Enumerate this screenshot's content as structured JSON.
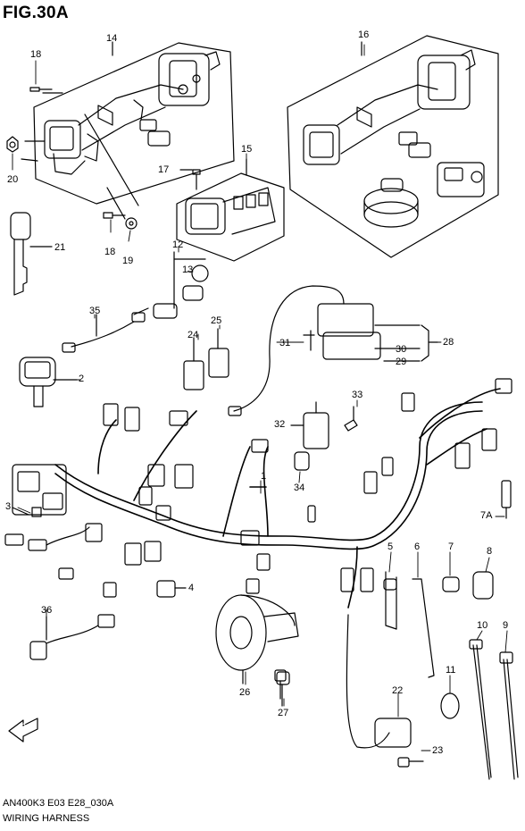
{
  "figure": {
    "title": "FIG.30A",
    "code": "AN400K3 E03 E28_030A",
    "name": "WIRING HARNESS",
    "fwd_label": "FWD"
  },
  "callouts": [
    {
      "id": "c14",
      "label": "14"
    },
    {
      "id": "c16",
      "label": "16"
    },
    {
      "id": "c18a",
      "label": "18"
    },
    {
      "id": "c20",
      "label": "20"
    },
    {
      "id": "c15",
      "label": "15"
    },
    {
      "id": "c17",
      "label": "17"
    },
    {
      "id": "c18b",
      "label": "18"
    },
    {
      "id": "c19",
      "label": "19"
    },
    {
      "id": "c21",
      "label": "21"
    },
    {
      "id": "c12",
      "label": "12"
    },
    {
      "id": "c13",
      "label": "13"
    },
    {
      "id": "c35",
      "label": "35"
    },
    {
      "id": "c25",
      "label": "25"
    },
    {
      "id": "c24",
      "label": "24"
    },
    {
      "id": "c31",
      "label": "31"
    },
    {
      "id": "c28",
      "label": "28"
    },
    {
      "id": "c30",
      "label": "30"
    },
    {
      "id": "c29",
      "label": "29"
    },
    {
      "id": "c2",
      "label": "2"
    },
    {
      "id": "c33",
      "label": "33"
    },
    {
      "id": "c32",
      "label": "32"
    },
    {
      "id": "c1",
      "label": "1"
    },
    {
      "id": "c34",
      "label": "34"
    },
    {
      "id": "c3",
      "label": "3"
    },
    {
      "id": "c7A",
      "label": "7A"
    },
    {
      "id": "c5",
      "label": "5"
    },
    {
      "id": "c6",
      "label": "6"
    },
    {
      "id": "c7",
      "label": "7"
    },
    {
      "id": "c8",
      "label": "8"
    },
    {
      "id": "c4",
      "label": "4"
    },
    {
      "id": "c36",
      "label": "36"
    },
    {
      "id": "c10",
      "label": "10"
    },
    {
      "id": "c9",
      "label": "9"
    },
    {
      "id": "c26",
      "label": "26"
    },
    {
      "id": "c11",
      "label": "11"
    },
    {
      "id": "c22",
      "label": "22"
    },
    {
      "id": "c27",
      "label": "27"
    },
    {
      "id": "c23",
      "label": "23"
    }
  ]
}
